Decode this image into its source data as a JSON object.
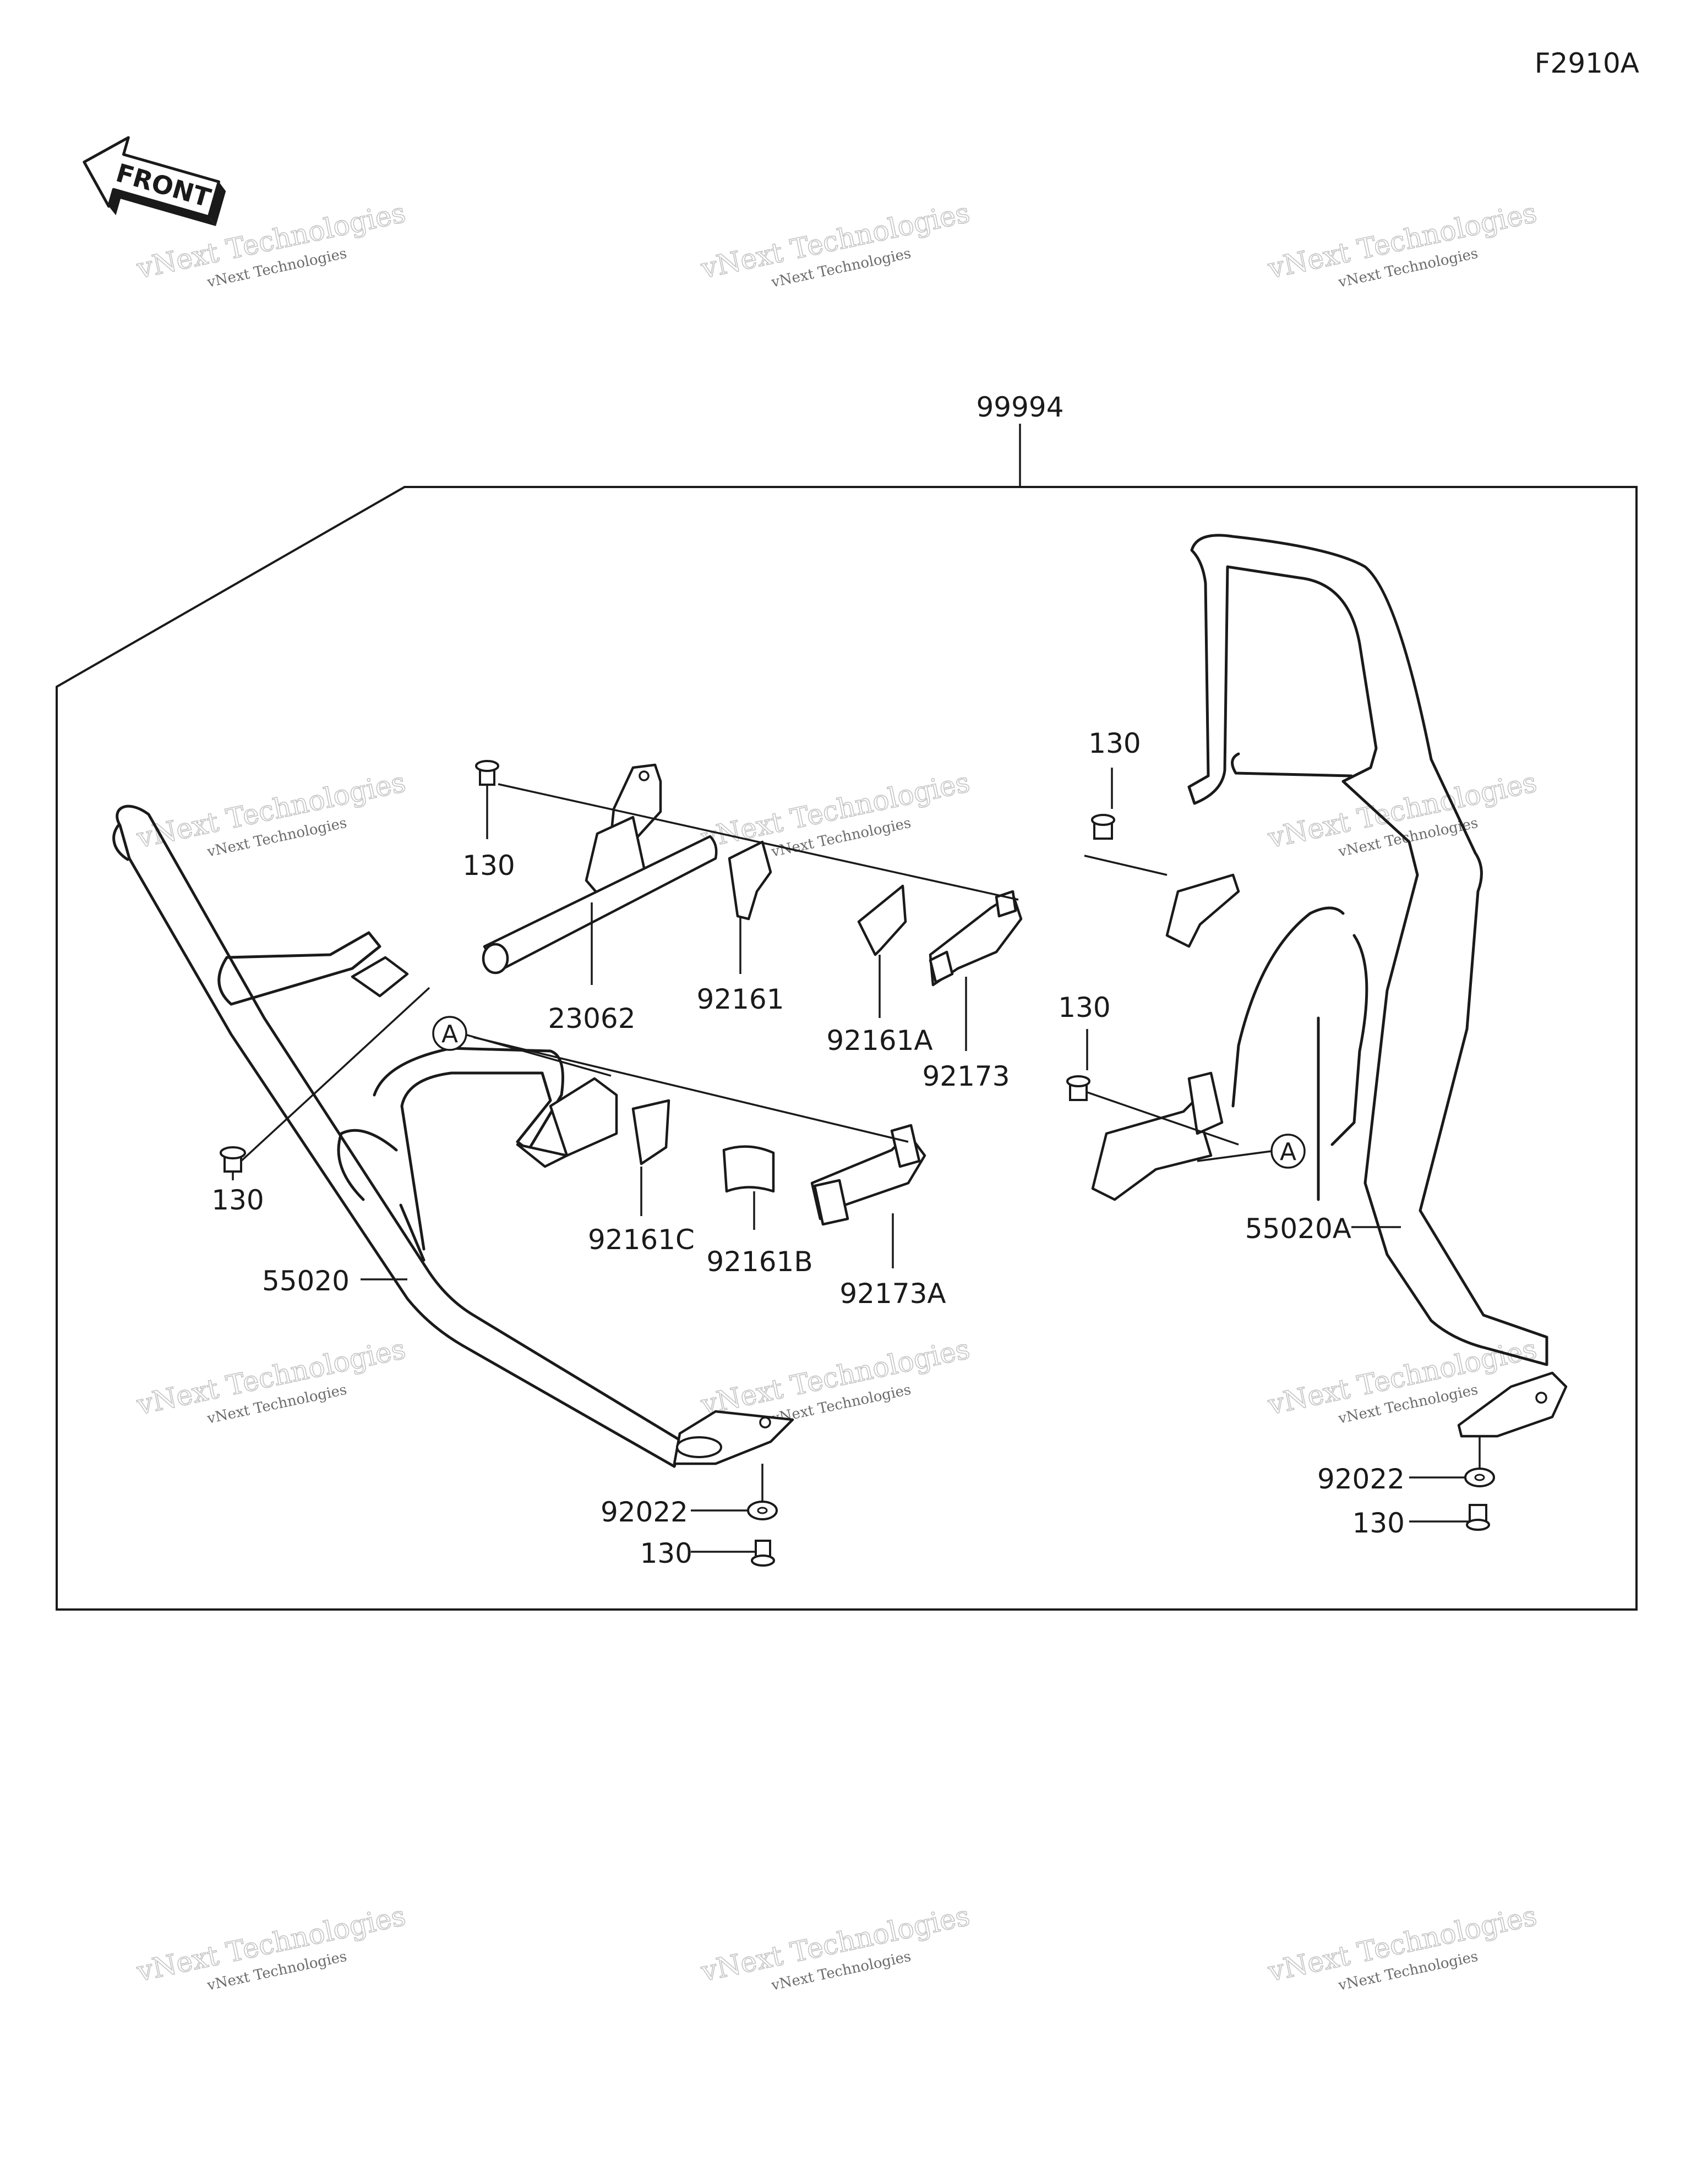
{
  "figure_code": "F2910A",
  "front_arrow": {
    "label": "FRONT",
    "icon": "front-direction-arrow-icon"
  },
  "watermark": {
    "line1": "vNext Technologies",
    "line2": "vNext Technologies"
  },
  "callouts": [
    {
      "id": "99994",
      "label": "99994"
    },
    {
      "id": "130-top-left",
      "label": "130"
    },
    {
      "id": "23062",
      "label": "23062"
    },
    {
      "id": "92161",
      "label": "92161"
    },
    {
      "id": "92161A",
      "label": "92161A"
    },
    {
      "id": "92173",
      "label": "92173"
    },
    {
      "id": "130-left",
      "label": "130"
    },
    {
      "id": "92161C",
      "label": "92161C"
    },
    {
      "id": "92161B",
      "label": "92161B"
    },
    {
      "id": "92173A",
      "label": "92173A"
    },
    {
      "id": "55020",
      "label": "55020"
    },
    {
      "id": "92022-left",
      "label": "92022"
    },
    {
      "id": "130-bottom-left",
      "label": "130"
    },
    {
      "id": "130-top-right",
      "label": "130"
    },
    {
      "id": "130-mid-right",
      "label": "130"
    },
    {
      "id": "55020A",
      "label": "55020A"
    },
    {
      "id": "92022-right",
      "label": "92022"
    },
    {
      "id": "130-bottom-right",
      "label": "130"
    }
  ],
  "reference_marks": [
    {
      "id": "A-left",
      "label": "A"
    },
    {
      "id": "A-right",
      "label": "A"
    }
  ]
}
